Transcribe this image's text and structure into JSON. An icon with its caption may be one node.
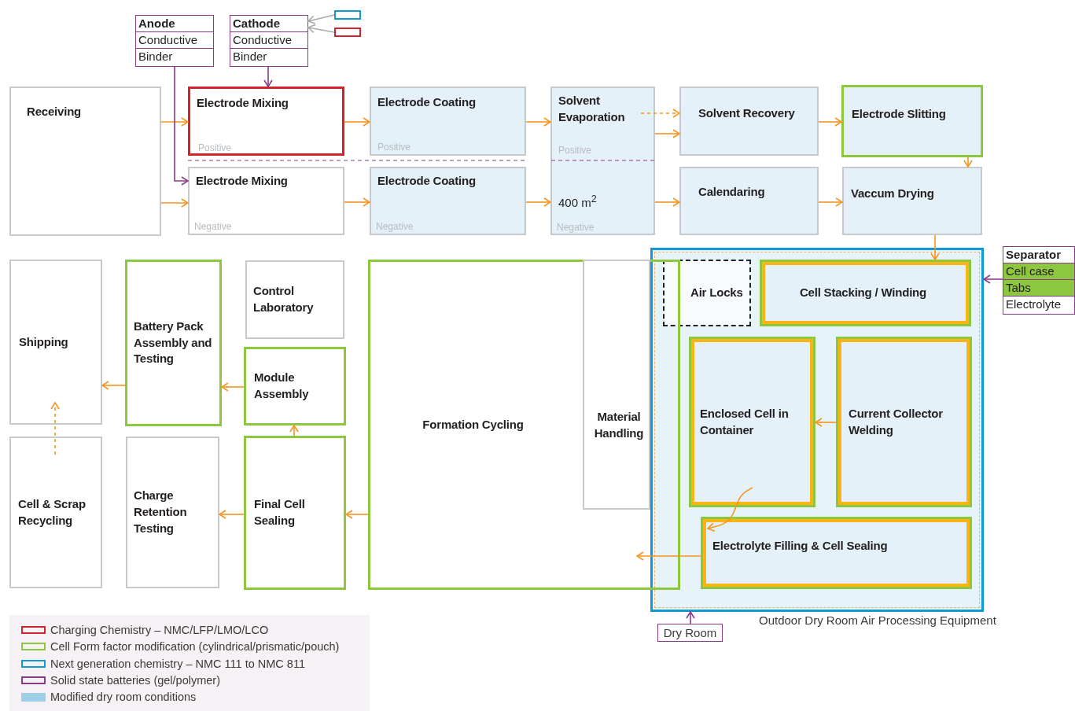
{
  "diagram": {
    "nodes": [
      {
        "text": [
          "Receiving"
        ]
      },
      {
        "text": [
          "Anode",
          "Conductive",
          "Binder"
        ]
      },
      {
        "text": [
          "Cathode",
          "Conductive",
          "Binder"
        ]
      },
      {
        "text": [],
        "shape": "box"
      },
      {
        "text": [],
        "shape": "box"
      },
      {
        "text": [
          "Electrode Mixing",
          "Positive"
        ]
      },
      {
        "text": [
          "Electrode Coating",
          "Positive"
        ]
      },
      {
        "text": [
          "Solvent Evaporation",
          "Positive",
          "400 m$^{2}$",
          "Negative"
        ]
      },
      {
        "text": [
          "Solvent Recovery"
        ]
      },
      {
        "text": [
          "Electrode Slitting"
        ]
      },
      {
        "text": [
          "Electrode Mixing",
          "Negative"
        ]
      },
      {
        "text": [
          "Electrode Coating",
          "Negative"
        ]
      },
      {
        "text": [
          "Calendaring"
        ]
      },
      {
        "text": [
          "Vaccum Drying"
        ]
      },
      {
        "text": [
          "Shipping"
        ]
      },
      {
        "text": [
          "Battery Pack Assembly and Testing"
        ]
      },
      {
        "text": [
          "Control Laboratory"
        ]
      },
      {
        "text": [
          "Module Assembly"
        ]
      },
      {
        "text": [
          "Cell & Scrap Recycling"
        ]
      },
      {
        "text": [
          "Charge Retention Testing"
        ]
      },
      {
        "text": [
          "Final Cell Sealing"
        ]
      },
      {
        "text": [
          "Formation Cycling"
        ]
      },
      {
        "text": [
          "Material Handling"
        ],
        "in": 21
      },
      {
        "text": [],
        "shape": "box",
        "beside": [
          "Outdoor Dry Room Air Processing Equipment"
        ]
      },
      {
        "text": [
          "Air Locks"
        ],
        "in": 23
      },
      {
        "text": [
          "Cell Stacking / Winding"
        ],
        "in": 23
      },
      {
        "text": [
          "Enclosed Cell in Container"
        ],
        "in": 23
      },
      {
        "text": [
          "Current Collector Welding"
        ],
        "in": 23
      },
      {
        "text": [
          "Electrolyte Filling & Cell Sealing"
        ],
        "in": 23
      },
      {
        "text": [
          "Separator",
          "Cell case",
          "Tabs",
          "Electrolyte"
        ]
      },
      {
        "text": [
          "Dry Room"
        ]
      }
    ],
    "edges": [
      {
        "from": 0,
        "to": 5,
        "arrow": "to"
      },
      {
        "from": 0,
        "to": 10,
        "arrow": "to"
      },
      {
        "from": 1,
        "to": 10,
        "arrow": "to",
        "color": "#8b3a8b"
      },
      {
        "from": 2,
        "to": 5,
        "arrow": "to",
        "color": "#8b3a8b"
      },
      {
        "from": 3,
        "to": 2,
        "arrow": "to",
        "color": "#aaaaaa"
      },
      {
        "from": 4,
        "to": 2,
        "arrow": "to",
        "color": "#aaaaaa"
      },
      {
        "from": 5,
        "to": 6,
        "arrow": "to"
      },
      {
        "from": 10,
        "to": 11,
        "arrow": "to"
      },
      {
        "from": 6,
        "to": 7,
        "arrow": "to"
      },
      {
        "from": 11,
        "to": 7,
        "arrow": "to"
      },
      {
        "from": 7,
        "to": 8,
        "arrow": "to",
        "style": "dashed"
      },
      {
        "from": 7,
        "to": 8,
        "arrow": "to"
      },
      {
        "from": 7,
        "to": 12,
        "arrow": "to"
      },
      {
        "from": 8,
        "to": 9,
        "arrow": "to"
      },
      {
        "from": 9,
        "to": 13,
        "arrow": "to"
      },
      {
        "from": 12,
        "to": 13,
        "arrow": "to"
      },
      {
        "from": 13,
        "to": 25,
        "arrow": "to"
      },
      {
        "from": 29,
        "to": 23,
        "arrow": "to",
        "color": "#8b3a8b"
      },
      {
        "from": 27,
        "to": 26,
        "arrow": "to"
      },
      {
        "from": 26,
        "to": 28,
        "arrow": "to"
      },
      {
        "from": 28,
        "to": 21,
        "arrow": "to"
      },
      {
        "from": 21,
        "to": 20,
        "arrow": "to"
      },
      {
        "from": 20,
        "to": 19,
        "arrow": "to"
      },
      {
        "from": 20,
        "to": 17,
        "arrow": "to"
      },
      {
        "from": 17,
        "to": 15,
        "arrow": "to"
      },
      {
        "from": 15,
        "to": 14,
        "arrow": "to"
      },
      {
        "from": 18,
        "to": 14,
        "arrow": "to",
        "style": "dashed"
      },
      {
        "from": 30,
        "to": 23,
        "arrow": "to",
        "color": "#8b3a8b"
      }
    ],
    "legend": [
      {
        "text": "Charging Chemistry – NMC/LFP/LMO/LCO",
        "color": "#d2232a"
      },
      {
        "text": "Cell Form factor modification (cylindrical/prismatic/pouch)",
        "color": "#8dc63f"
      },
      {
        "text": "Next generation chemistry – NMC 111 to NMC 811",
        "color": "#0f9ad6"
      },
      {
        "text": "Solid state batteries (gel/polymer)",
        "color": "#8b3a8b"
      },
      {
        "text": "Modified dry room conditions",
        "color": "#9dd0e6"
      }
    ]
  }
}
